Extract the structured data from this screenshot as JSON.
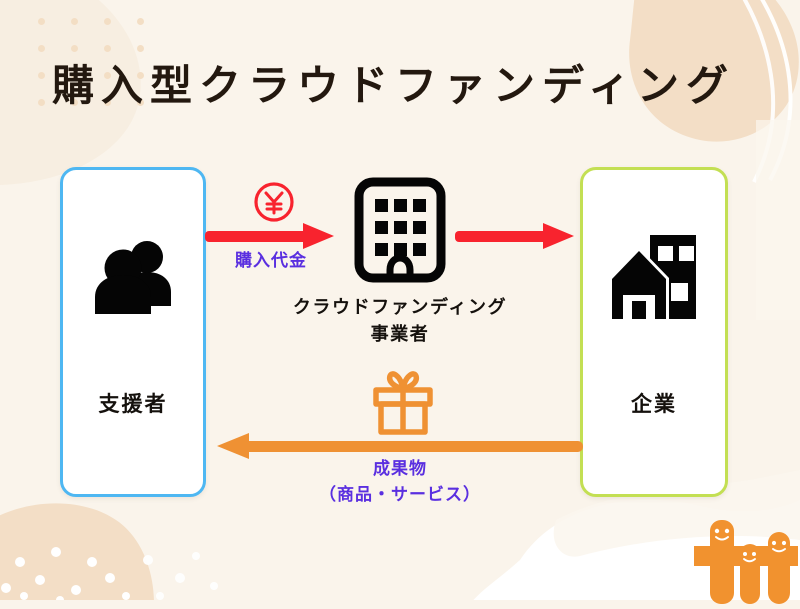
{
  "page": {
    "title": "購入型クラウドファンディング",
    "background_color": "#FAF4EB"
  },
  "colors": {
    "supporter_border": "#4EB7F2",
    "company_border": "#C3DF53",
    "payment_arrow": "#F8232E",
    "reward_arrow": "#EF9133",
    "caption_purple": "#5A2FE0",
    "coin_red": "#F8232E",
    "gift_orange": "#EF9133",
    "mascot_orange": "#F1922F",
    "blob_tan": "#F3DFC7",
    "text_dark": "#15110D"
  },
  "nodes": {
    "supporter": {
      "label": "支援者",
      "icon": "people-icon"
    },
    "provider": {
      "caption_line1": "クラウドファンディング",
      "caption_line2": "事業者",
      "icon": "office-building-icon"
    },
    "company": {
      "label": "企業",
      "icon": "house-building-icon"
    }
  },
  "flows": {
    "payment": {
      "label": "購入代金",
      "badge_icon": "yen-coin-icon",
      "badge_symbol": "¥",
      "direction": "right",
      "color": "#F8232E"
    },
    "funding": {
      "label": "",
      "direction": "right",
      "color": "#F8232E"
    },
    "reward": {
      "label_line1": "成果物",
      "label_line2": "（商品・サービス）",
      "badge_icon": "gift-icon",
      "direction": "left",
      "color": "#EF9133"
    }
  },
  "decor": {
    "dot_grid": "dot-grid-pattern",
    "top_right_blob": "tan-blob",
    "top_right_lines": "white-arc-lines",
    "bottom_left_blob": "tan-dotted-blob",
    "bottom_right_blob": "white-blob",
    "mascots": "three-people-mascots"
  }
}
